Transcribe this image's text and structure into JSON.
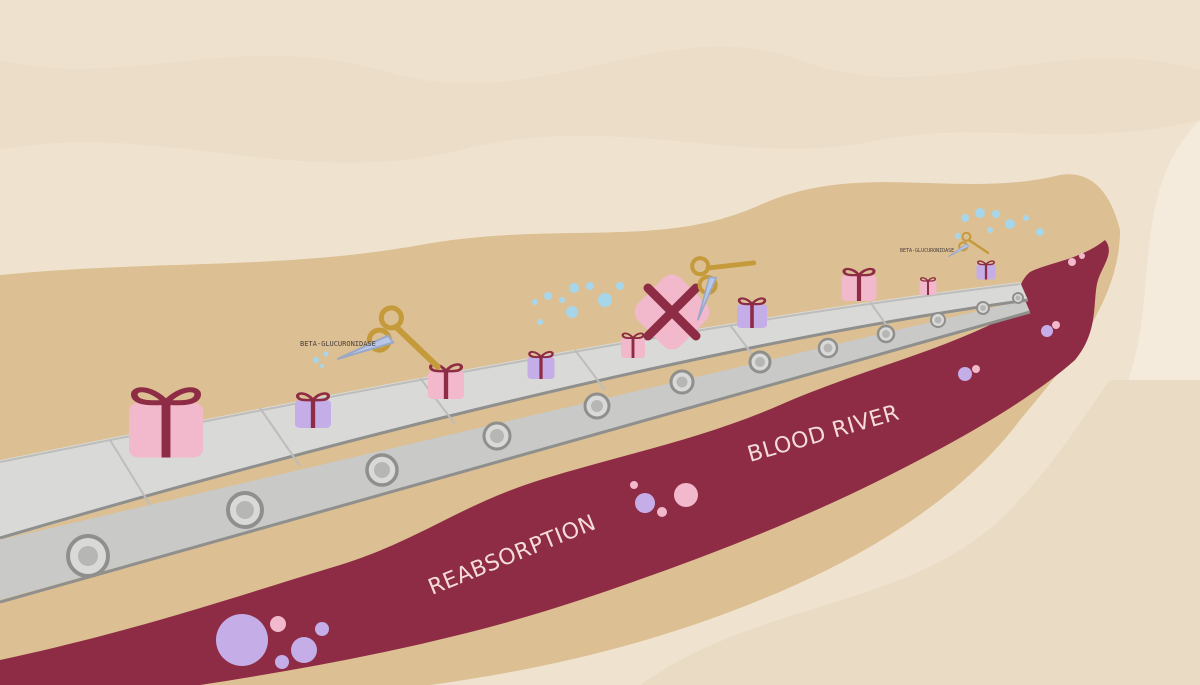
{
  "labels": {
    "blood_river": "BLOOD RIVER",
    "reabsorption": "REABSORPTION",
    "enzyme_1": "BETA-GLUCURONIDASE",
    "enzyme_2": "BETA-GLUCURONIDASE"
  },
  "colors": {
    "background": "#efe3d0",
    "tan": "#dcbf92",
    "blood": "#8e2b45",
    "conveyor": "#d4d4d2",
    "gift_pink": "#f2b8cc",
    "gift_lavender": "#c5aee8",
    "ribbon": "#8e2b45",
    "scissors": "#c49a3a",
    "bubbles_blue": "#a7d6ea"
  },
  "gifts": [
    {
      "color": "pink",
      "state": "wrapped"
    },
    {
      "color": "lavender",
      "state": "being-cut"
    },
    {
      "color": "pink",
      "state": "wrapped"
    },
    {
      "color": "lavender",
      "state": "releasing"
    },
    {
      "color": "pink",
      "state": "wrapped"
    },
    {
      "color": "pink",
      "state": "cut-open"
    },
    {
      "color": "lavender",
      "state": "wrapped"
    },
    {
      "color": "pink",
      "state": "wrapped"
    },
    {
      "color": "pink",
      "state": "wrapped"
    },
    {
      "color": "lavender",
      "state": "releasing"
    }
  ]
}
